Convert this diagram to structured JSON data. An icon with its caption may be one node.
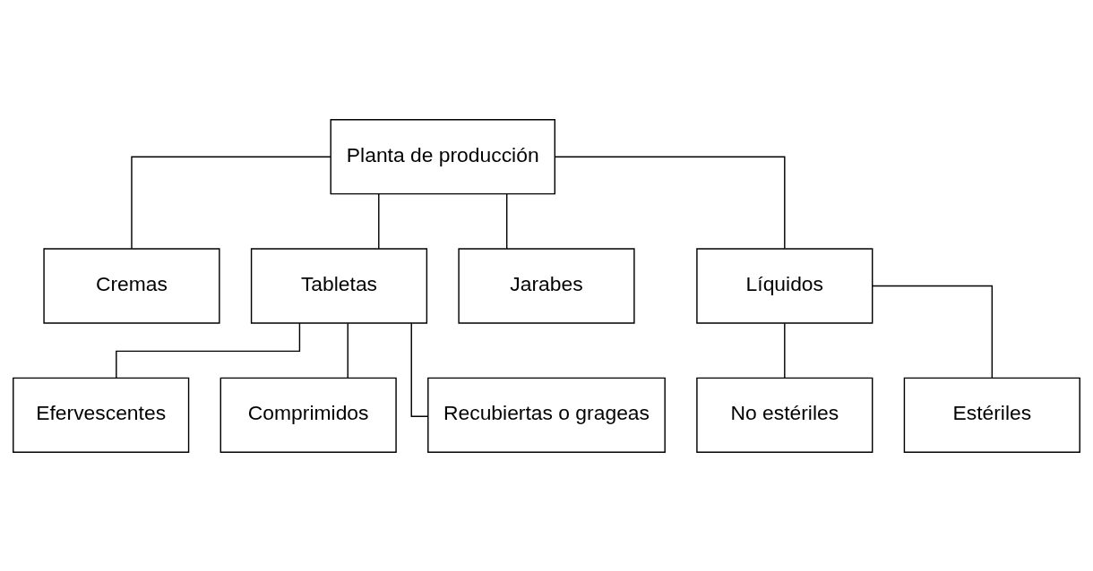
{
  "diagram": {
    "nodes": [
      {
        "text": [
          "Planta de producción"
        ]
      },
      {
        "text": [
          "Cremas"
        ]
      },
      {
        "text": [
          "Tabletas"
        ]
      },
      {
        "text": [
          "Jarabes"
        ]
      },
      {
        "text": [
          "Líquidos"
        ]
      },
      {
        "text": [
          "Efervescentes"
        ]
      },
      {
        "text": [
          "Comprimidos"
        ]
      },
      {
        "text": [
          "Recubiertas o grageas"
        ]
      },
      {
        "text": [
          "No estériles"
        ]
      },
      {
        "text": [
          "Estériles"
        ]
      }
    ],
    "edges": [
      {
        "from": 0,
        "to": 1,
        "arrow": "none"
      },
      {
        "from": 0,
        "to": 2,
        "arrow": "none"
      },
      {
        "from": 0,
        "to": 3,
        "arrow": "none"
      },
      {
        "from": 0,
        "to": 4,
        "arrow": "none"
      },
      {
        "from": 2,
        "to": 5,
        "arrow": "none"
      },
      {
        "from": 2,
        "to": 6,
        "arrow": "none"
      },
      {
        "from": 2,
        "to": 7,
        "arrow": "none"
      },
      {
        "from": 4,
        "to": 8,
        "arrow": "none"
      },
      {
        "from": 4,
        "to": 9,
        "arrow": "none"
      }
    ]
  }
}
